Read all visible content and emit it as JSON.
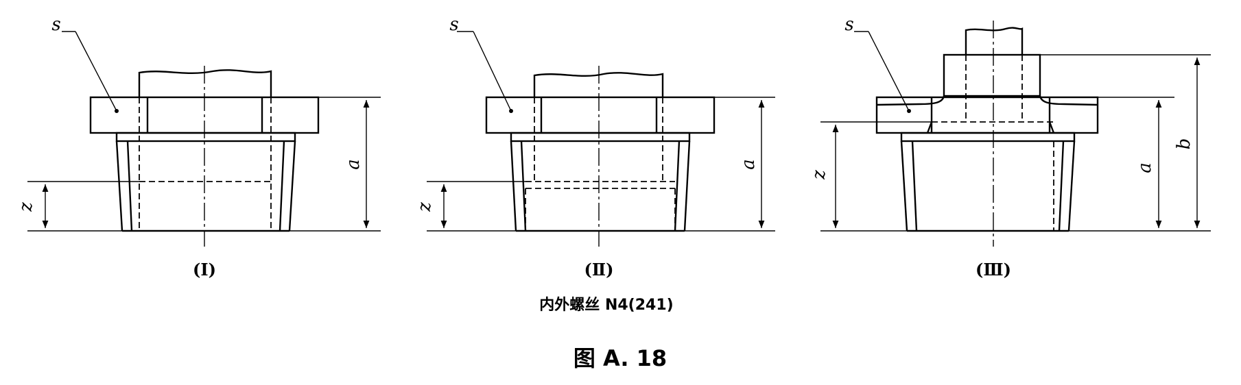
{
  "labels": {
    "s": "s",
    "a": "a",
    "z": "z",
    "b": "b"
  },
  "panels": [
    {
      "id": "I",
      "label": "(Ⅰ)"
    },
    {
      "id": "II",
      "label": "(Ⅱ)"
    },
    {
      "id": "III",
      "label": "(Ⅲ)"
    }
  ],
  "caption": "内外螺丝 N4(241)",
  "figure_title": "图 A. 18"
}
